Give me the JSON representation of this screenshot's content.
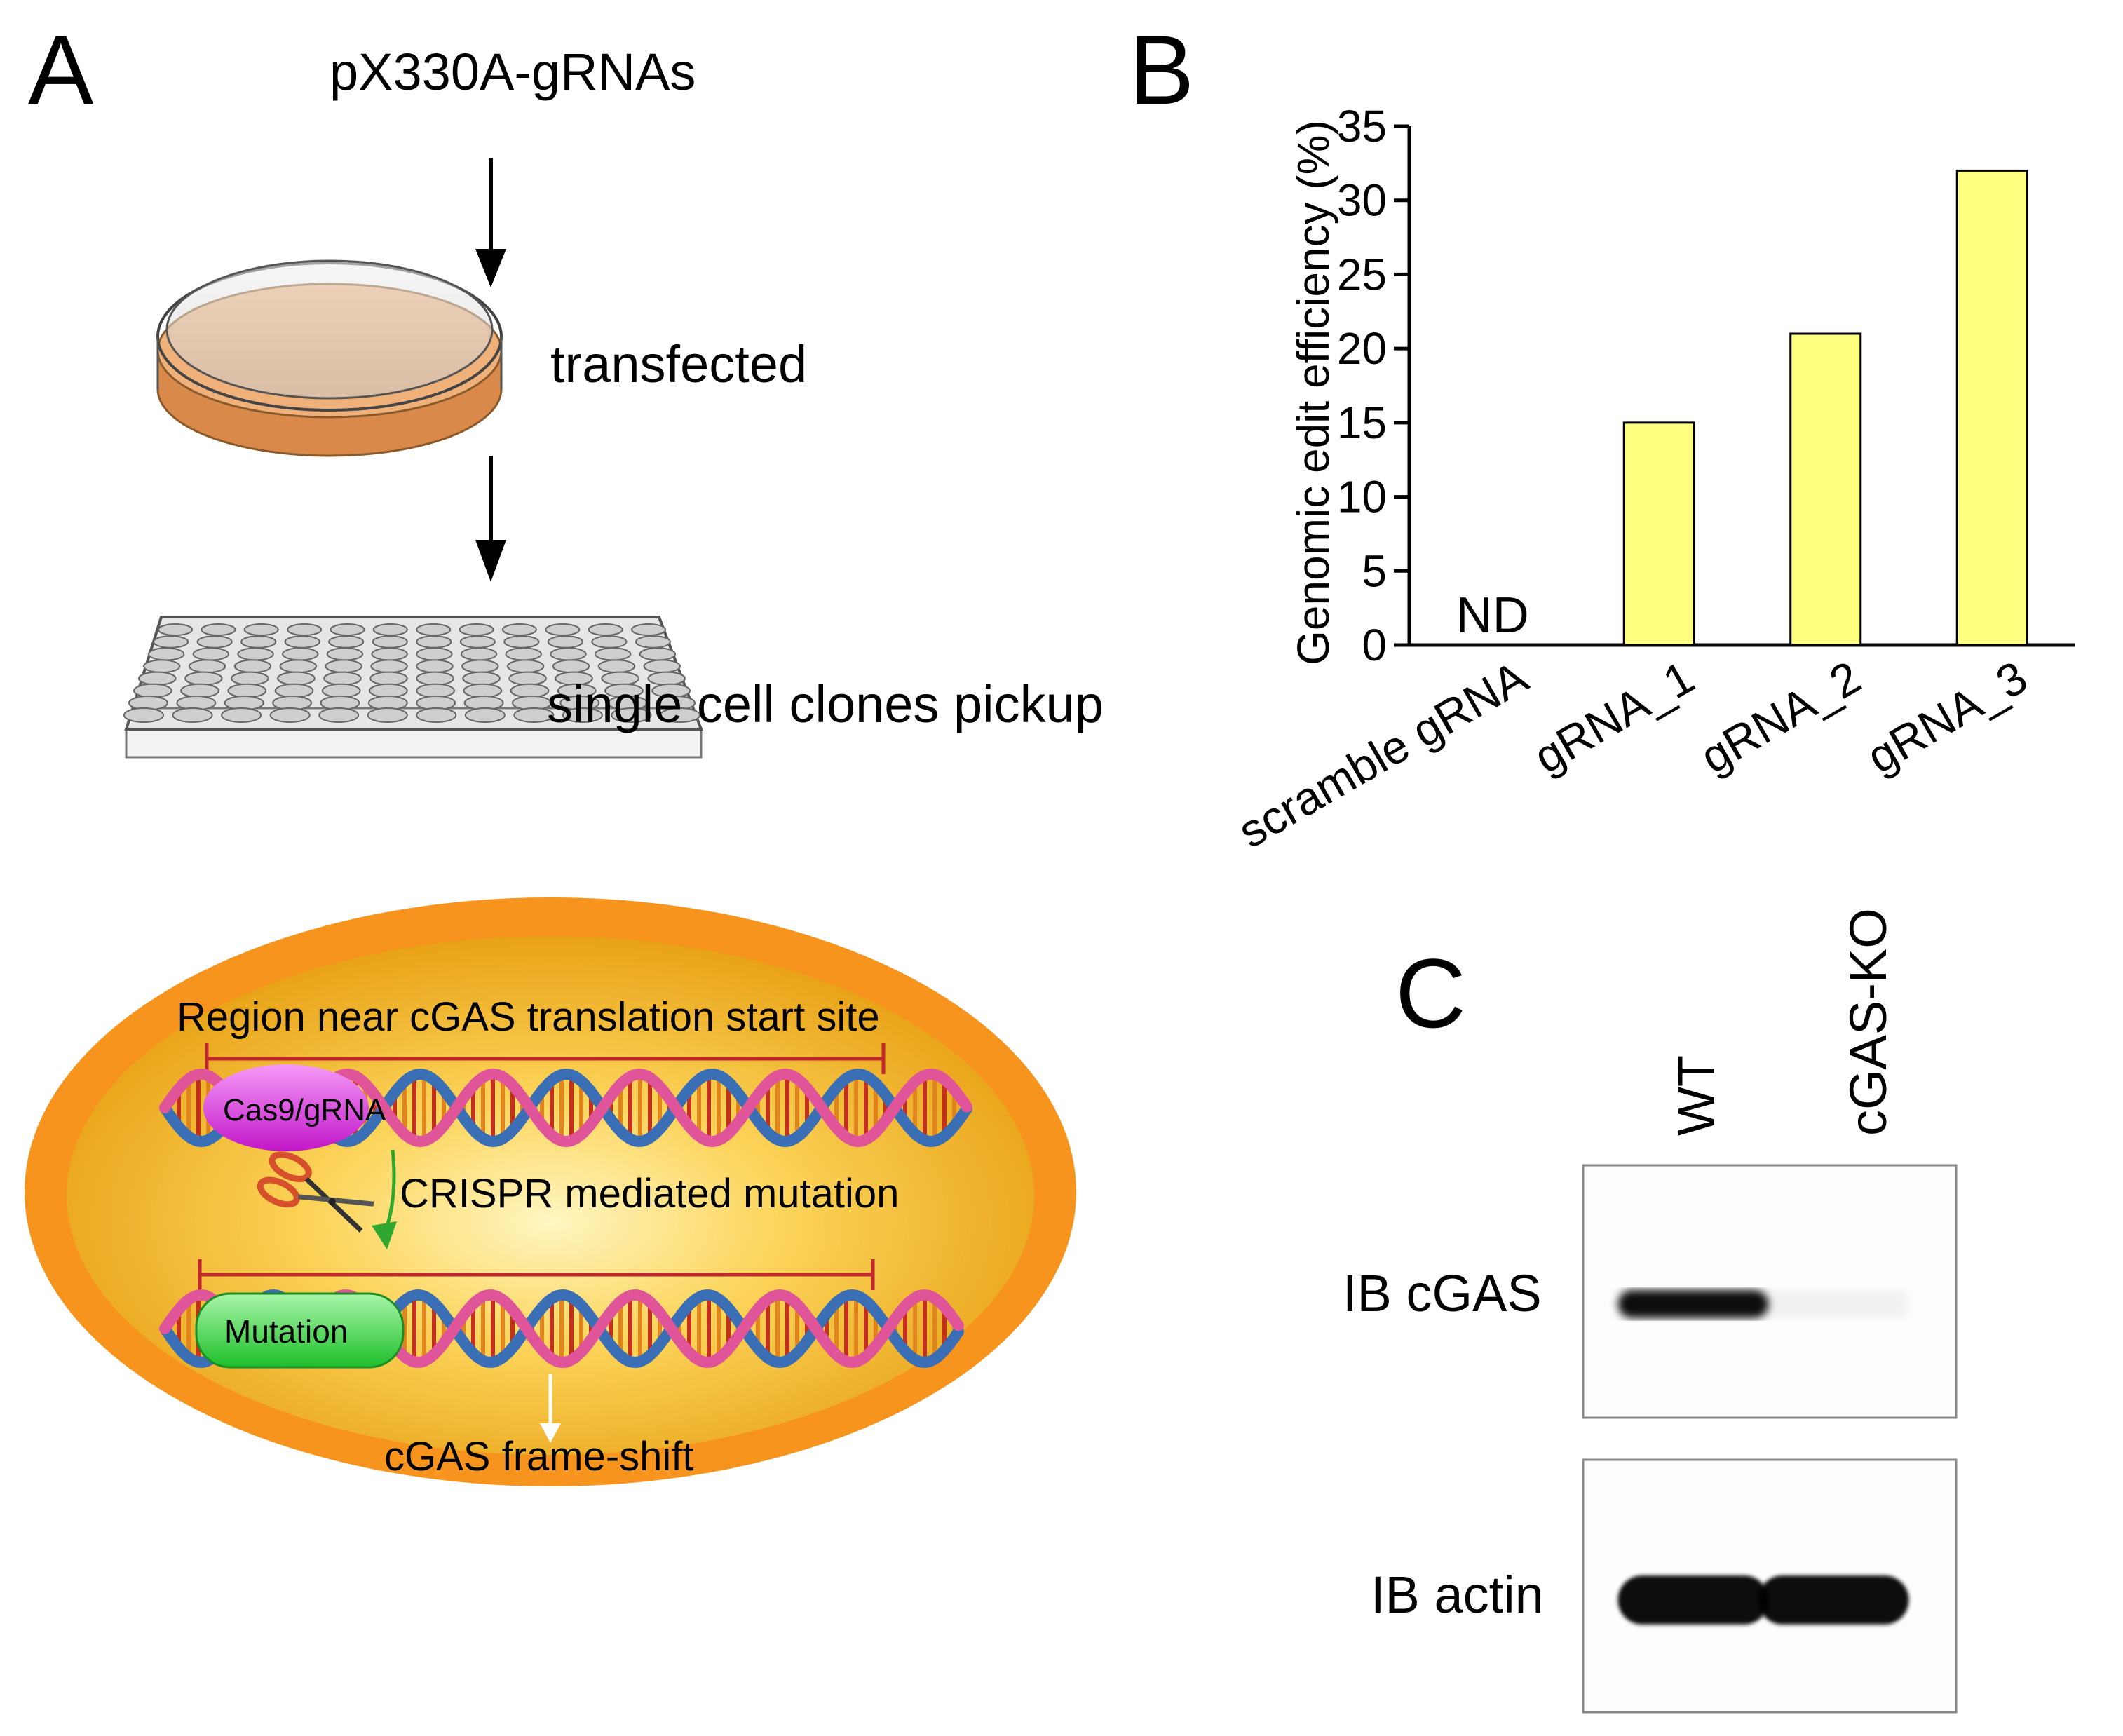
{
  "panel_a": {
    "label": "A",
    "plasmid": "pX330A-gRNAs",
    "step_transfected": "transfected",
    "step_clones": "single cell clones pickup",
    "cell": {
      "region_label": "Region near cGAS translation start site",
      "cas9_label": "Cas9/gRNA",
      "process_label": "CRISPR mediated mutation",
      "mutation_label": "Mutation",
      "result_label": "cGAS frame-shift",
      "colors": {
        "membrane": "#f7941d",
        "interior": "#fbc54a",
        "cas9": "#e23de6",
        "mutation": "#3ddc4a",
        "arrow_green": "#2ea82e",
        "bracket": "#c0282d"
      }
    }
  },
  "panel_b": {
    "label": "B",
    "not_detected": "ND"
  },
  "chart_data": {
    "type": "bar",
    "categories": [
      "scramble gRNA",
      "gRNA_1",
      "gRNA_2",
      "gRNA_3"
    ],
    "values": [
      0,
      15,
      21,
      32
    ],
    "value_labels": [
      "ND",
      "",
      "",
      ""
    ],
    "ylabel": "Genomic edit efficiency (%)",
    "xlabel": "",
    "ylim": [
      0,
      35
    ],
    "yticks": [
      "0",
      "5",
      "10",
      "15",
      "20",
      "25",
      "30",
      "35"
    ],
    "bar_color": "#ffff80",
    "grid": false
  },
  "panel_c": {
    "label": "C",
    "lanes": [
      "WT",
      "cGAS-KO"
    ],
    "blots": [
      {
        "label": "IB cGAS",
        "band_levels": [
          1.0,
          0.05
        ]
      },
      {
        "label": "IB actin",
        "band_levels": [
          1.0,
          1.0
        ]
      }
    ]
  }
}
